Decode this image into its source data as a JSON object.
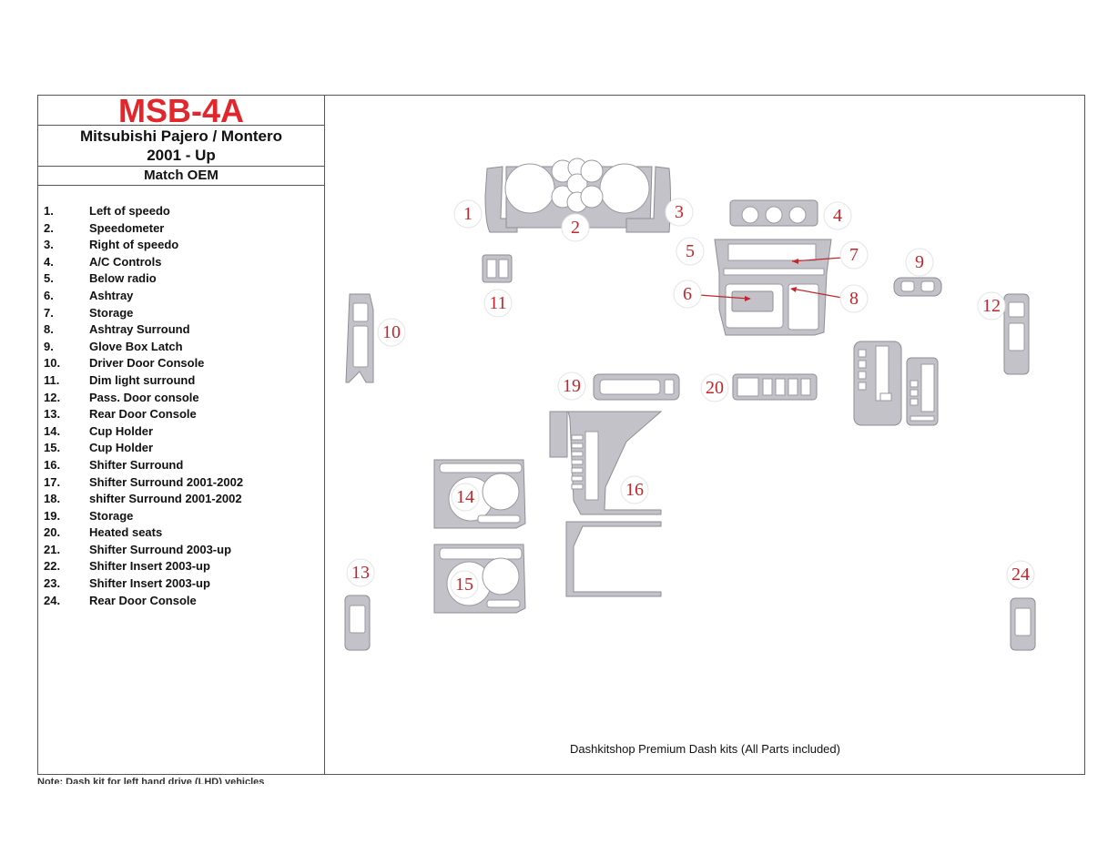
{
  "header": {
    "code": "MSB-4A",
    "model_line1": "Mitsubishi Pajero / Montero",
    "model_line2": "2001 - Up",
    "match": "Match OEM"
  },
  "parts": [
    {
      "num": "1.",
      "name": "Left of speedo"
    },
    {
      "num": "2.",
      "name": "Speedometer"
    },
    {
      "num": "3.",
      "name": "Right of speedo"
    },
    {
      "num": "4.",
      "name": "A/C Controls"
    },
    {
      "num": "5.",
      "name": "Below radio"
    },
    {
      "num": "6.",
      "name": "Ashtray"
    },
    {
      "num": "7.",
      "name": "Storage"
    },
    {
      "num": "8.",
      "name": "Ashtray Surround"
    },
    {
      "num": "9.",
      "name": "Glove Box Latch"
    },
    {
      "num": "10.",
      "name": "Driver Door Console"
    },
    {
      "num": "11.",
      "name": "Dim light surround"
    },
    {
      "num": "12.",
      "name": "Pass. Door console"
    },
    {
      "num": "13.",
      "name": "Rear Door Console"
    },
    {
      "num": "14.",
      "name": "Cup Holder"
    },
    {
      "num": "15.",
      "name": "Cup Holder"
    },
    {
      "num": "16.",
      "name": "Shifter Surround"
    },
    {
      "num": "17.",
      "name": "Shifter Surround 2001-2002"
    },
    {
      "num": "18.",
      "name": "shifter Surround 2001-2002"
    },
    {
      "num": "19.",
      "name": "Storage"
    },
    {
      "num": "20.",
      "name": "Heated seats"
    },
    {
      "num": "21.",
      "name": "Shifter Surround 2003-up"
    },
    {
      "num": "22.",
      "name": "Shifter Insert 2003-up"
    },
    {
      "num": "23.",
      "name": "Shifter Insert 2003-up"
    },
    {
      "num": "24.",
      "name": "Rear Door Console"
    }
  ],
  "diagram_labels": [
    "1",
    "2",
    "3",
    "4",
    "5",
    "6",
    "7",
    "8",
    "9",
    "10",
    "11",
    "12",
    "13",
    "14",
    "15",
    "16",
    "19",
    "20",
    "24"
  ],
  "note": "Note: Dash kit for left hand drive (LHD) vehicles",
  "footer": "Dashkitshop Premium Dash kits (All Parts included)",
  "colors": {
    "code": "#e3262b",
    "labels": "#c0262b",
    "part_fill": "#c2c2c8"
  }
}
